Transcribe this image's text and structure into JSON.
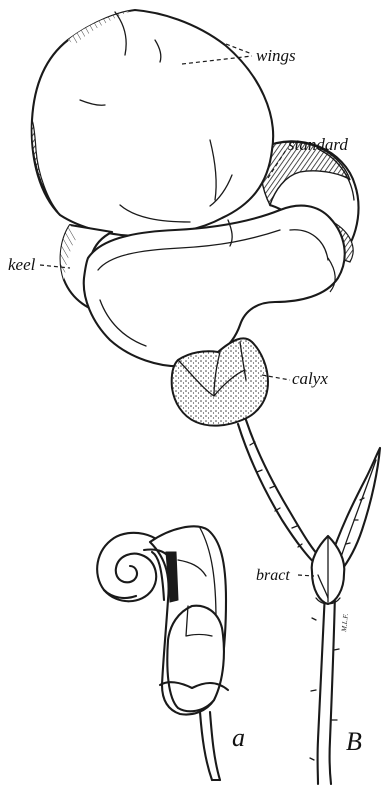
{
  "labels": {
    "wings": "wings",
    "standard": "standard",
    "keel": "keel",
    "calyx": "calyx",
    "bract": "bract",
    "panel_a": "a",
    "panel_b": "B",
    "initials": "M.L.F."
  }
}
